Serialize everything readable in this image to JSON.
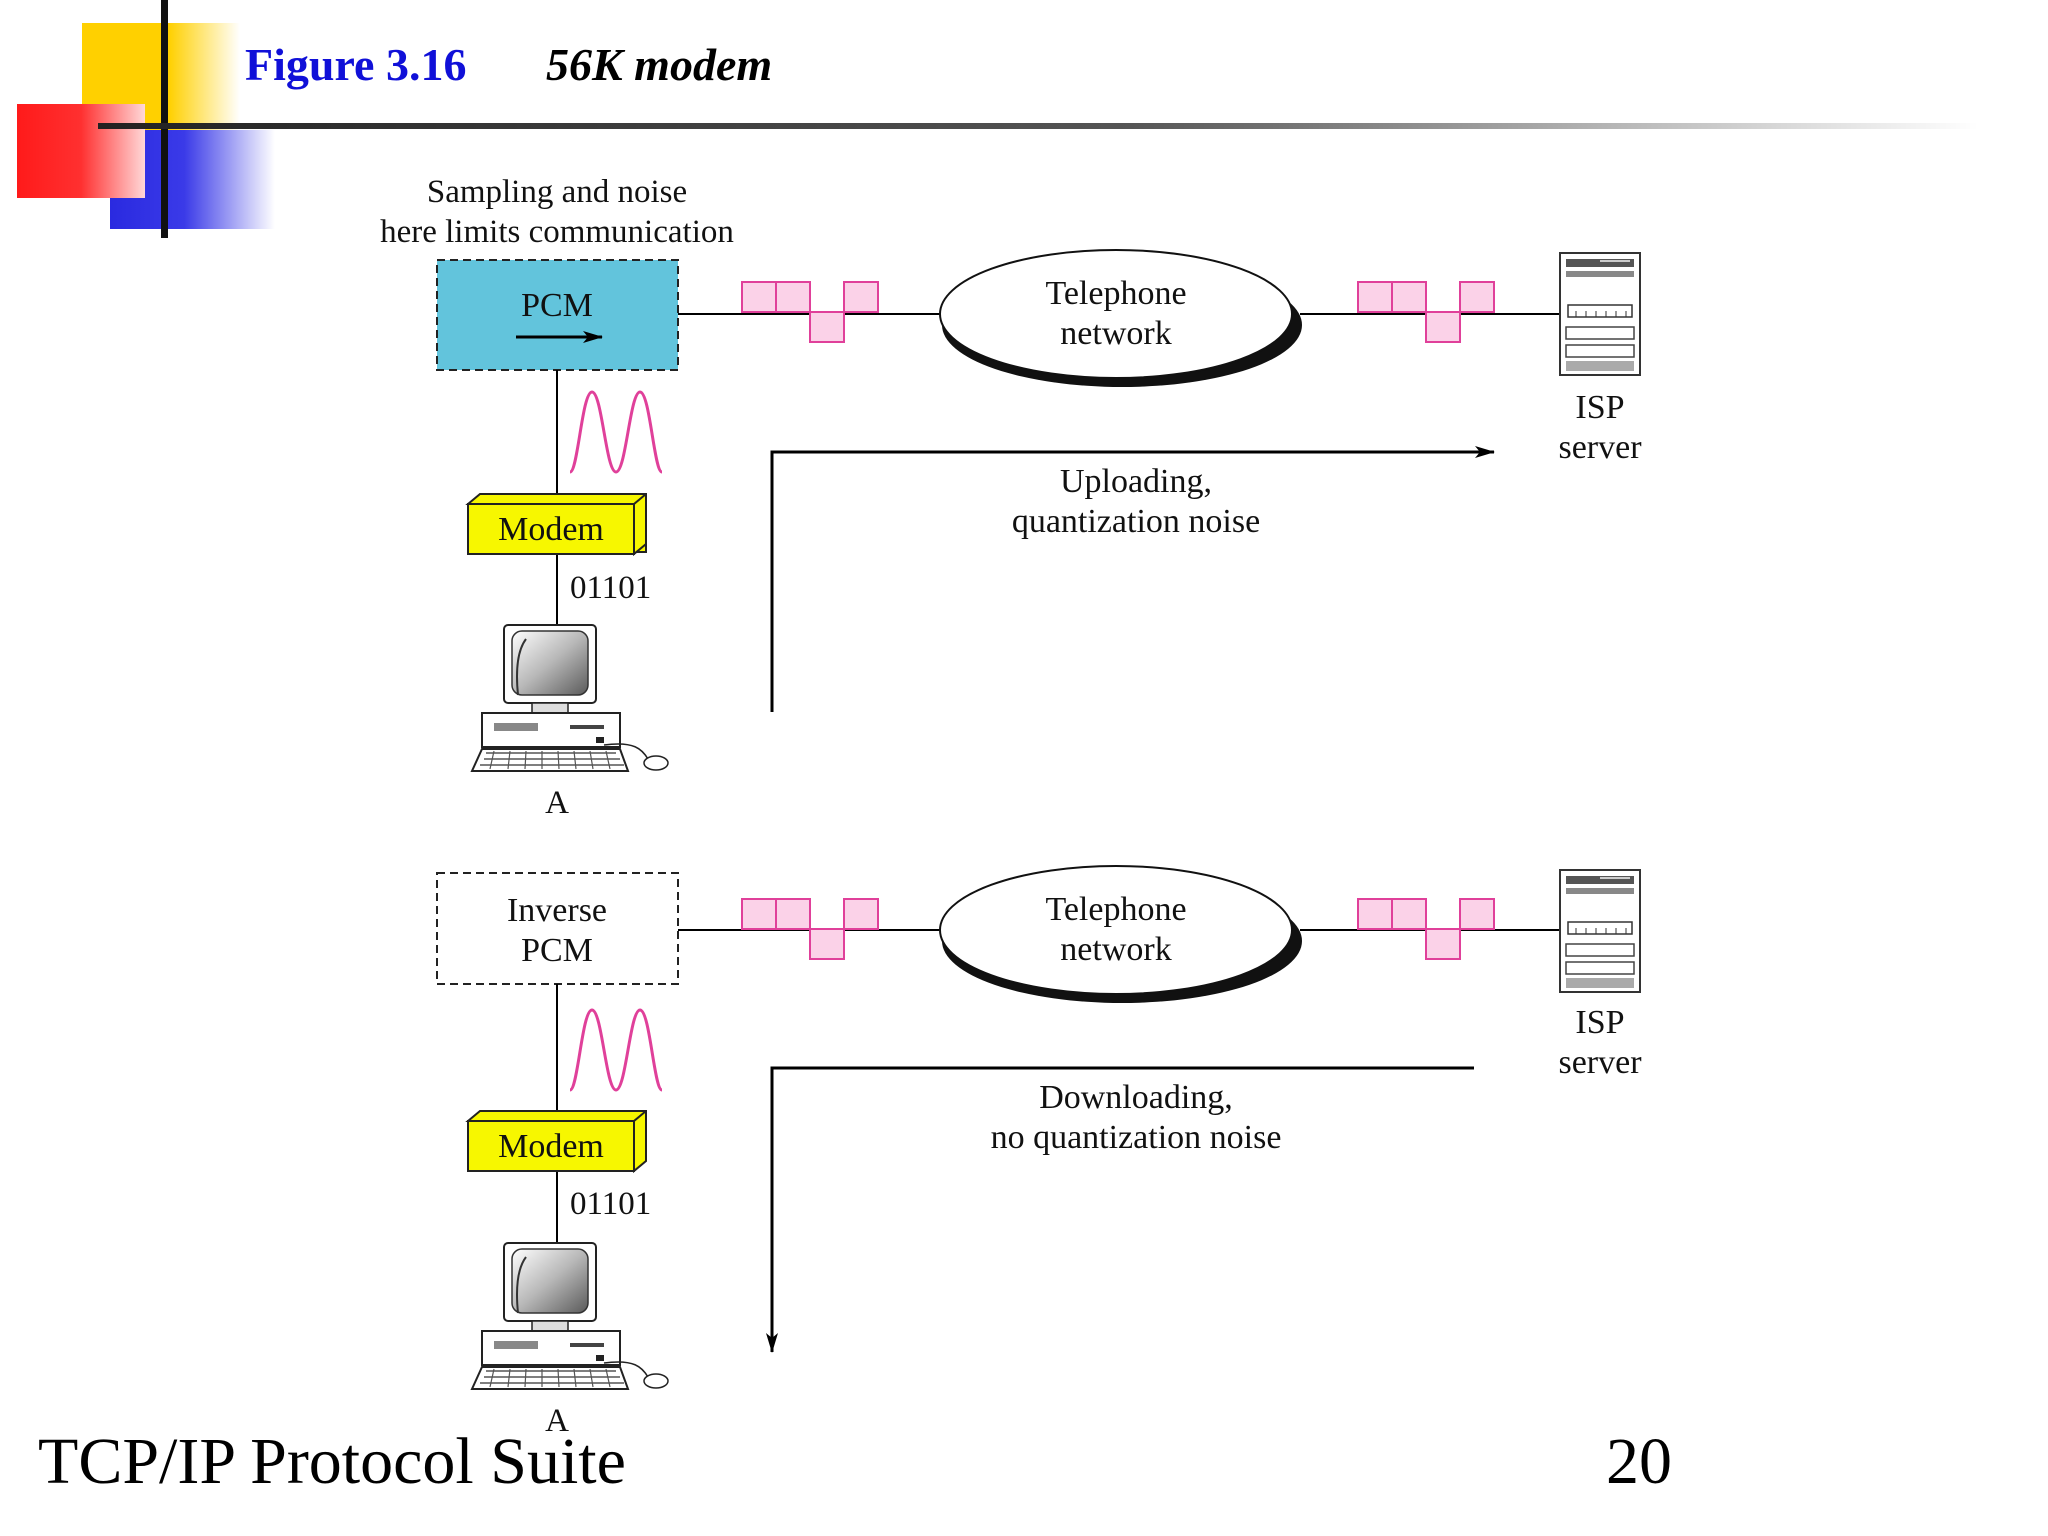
{
  "header": {
    "figure_label": "Figure 3.16",
    "figure_title": "56K modem"
  },
  "upload": {
    "note_line1": "Sampling and noise",
    "note_line2": "here limits communication",
    "converter": "PCM",
    "network_line1": "Telephone",
    "network_line2": "network",
    "server_line1": "ISP",
    "server_line2": "server",
    "modem": "Modem",
    "bits": "01101",
    "computer": "A",
    "direction_line1": "Uploading,",
    "direction_line2": "quantization noise"
  },
  "download": {
    "converter_line1": "Inverse",
    "converter_line2": "PCM",
    "network_line1": "Telephone",
    "network_line2": "network",
    "server_line1": "ISP",
    "server_line2": "server",
    "modem": "Modem",
    "bits": "01101",
    "computer": "A",
    "direction_line1": "Downloading,",
    "direction_line2": "no quantization noise"
  },
  "footer": {
    "suite": "TCP/IP Protocol Suite",
    "page_number": "20"
  },
  "colors": {
    "title_blue": "#1010d8",
    "pcm_fill": "#62c4dc",
    "modem_fill": "#f7f700",
    "signal_pink": "#e0409a",
    "signal_fill": "#fbd2e8",
    "deco_yellow": "#ffd000",
    "deco_red": "#ff1a1a",
    "deco_blue": "#2a2ae0"
  },
  "icons": [
    "computer-icon",
    "server-icon",
    "arrow-right-icon",
    "sine-wave-icon",
    "digital-signal-icon"
  ]
}
